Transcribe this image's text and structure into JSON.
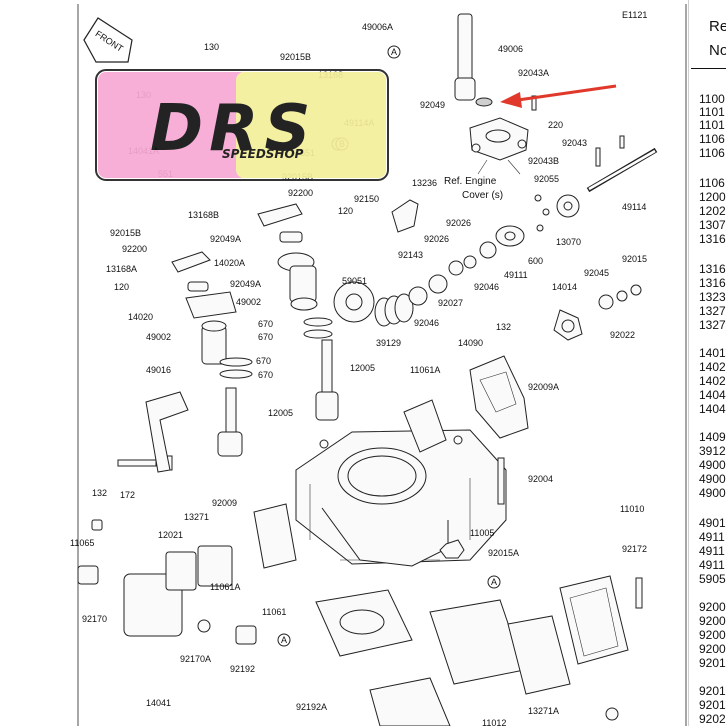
{
  "diagram_code": "E1121",
  "front_label": "FRONT",
  "ref_engine_cover": [
    "Ref. Engine",
    "Cover (s)"
  ],
  "watermark": {
    "text": "DRS",
    "subtext": "SPEEDSHOP",
    "colors": {
      "pink": "#f7a8d4",
      "yellow": "#f4ef9a",
      "frame": "#222222"
    }
  },
  "arrow_color": "#e0392b",
  "callouts": [
    "A",
    "B",
    "A",
    "B",
    "A"
  ],
  "part_labels": [
    "49006A",
    "130",
    "92015B",
    "13168",
    "49006",
    "92043A",
    "130",
    "92049",
    "220",
    "14041A",
    "551",
    "49114A",
    "92043",
    "551",
    "92043B",
    "92015B",
    "92055",
    "92200",
    "13236",
    "49114",
    "13168B",
    "92150",
    "120",
    "92015B",
    "92026",
    "13070",
    "92200",
    "92049A",
    "92026",
    "13168A",
    "14020A",
    "92143",
    "600",
    "120",
    "92049A",
    "49111",
    "92015",
    "59051",
    "92046",
    "92045",
    "14020",
    "49002",
    "92027",
    "14014",
    "670",
    "670",
    "92046",
    "49002",
    "39129",
    "92022",
    "670",
    "670",
    "132",
    "14090",
    "49016",
    "12005",
    "11061A",
    "92009A",
    "12005",
    "92004",
    "172",
    "132",
    "92009",
    "13271",
    "11065",
    "12021",
    "11005",
    "11010",
    "92015A",
    "92172",
    "11061A",
    "11061",
    "92170",
    "92170A",
    "92192",
    "14041",
    "92192A",
    "13271A",
    "11012"
  ],
  "parts_list": {
    "header": [
      "Re",
      "No"
    ],
    "codes": [
      "1100",
      "1101",
      "1101",
      "1106",
      "1106",
      "1106",
      "1200",
      "1202",
      "1307",
      "1316",
      "1316",
      "1316",
      "1323",
      "1327",
      "1327",
      "1401",
      "1402",
      "1402",
      "1404",
      "1404",
      "1409",
      "3912",
      "4900",
      "4900",
      "4900",
      "4901",
      "4911",
      "4911",
      "4911",
      "5905",
      "9200",
      "9200",
      "9200",
      "9200",
      "9201",
      "9201",
      "9201",
      "9202"
    ]
  }
}
